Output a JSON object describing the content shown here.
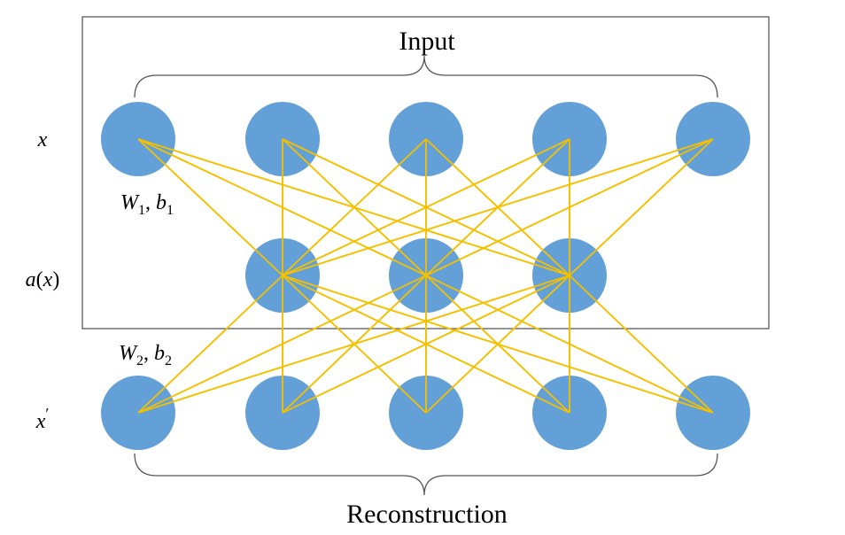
{
  "diagram": {
    "input_label": "Input",
    "reconstruction_label": "Reconstruction",
    "row_labels": {
      "input": "x",
      "hidden_var": "a",
      "hidden_open": "(",
      "hidden_arg": "x",
      "hidden_close": ")",
      "output": "x",
      "output_prime": "′"
    },
    "encoder_params": {
      "weight": "W",
      "weight_sub": "1",
      "sep": ", ",
      "bias": "b",
      "bias_sub": "1"
    },
    "decoder_params": {
      "weight": "W",
      "weight_sub": "2",
      "sep": ", ",
      "bias": "b",
      "bias_sub": "2"
    },
    "layers": {
      "input_nodes": 5,
      "hidden_nodes": 3,
      "output_nodes": 5
    },
    "colors": {
      "node": "#5b9bd5",
      "edge": "#f5c000",
      "frame": "#4d4d4d",
      "brace": "#555555"
    }
  }
}
